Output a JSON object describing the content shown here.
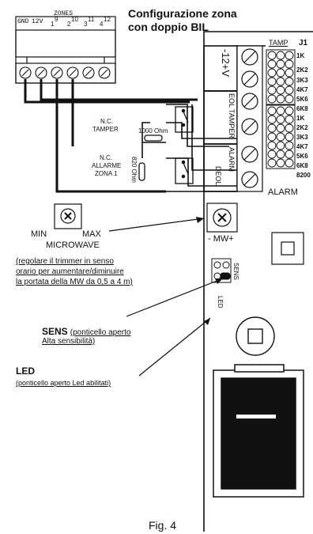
{
  "title": {
    "line1": "Configurazione zona",
    "line2": "con doppio BIL"
  },
  "terminal_strip": {
    "labels": [
      "GND",
      "12V",
      "ZONES",
      "1",
      "9",
      "2",
      "10",
      "3",
      "11",
      "4",
      "12"
    ]
  },
  "board": {
    "power_label": "-12+V",
    "eol_tamper": "EOL TAMPER",
    "alarm": "ALARM",
    "deol": "DEOL",
    "tamp_header": "TAMP",
    "j1_header": "J1",
    "tamp_values": [
      "1K",
      "2K2",
      "3K3",
      "4K7",
      "5K6",
      "6K8"
    ],
    "alarm_values": [
      "1K",
      "2K2",
      "3K3",
      "4K7",
      "5K6",
      "6K8",
      "8200"
    ],
    "alarm_led_label": "ALARM",
    "mw_label": "- MW+",
    "sens_label": "SENS",
    "led_label": "LED"
  },
  "circuit": {
    "nc_tamper": [
      "N.C.",
      "TAMPER"
    ],
    "resistor_tamper": "1000 Ohm",
    "nc_alarm": [
      "N.C.",
      "ALLARME",
      "ZONA 1"
    ],
    "resistor_alarm": "820 Ohm"
  },
  "trimmer": {
    "min": "MIN",
    "max": "MAX",
    "microwave": "MICROWAVE",
    "note": [
      "(regolare il trimmer in senso",
      "orario per aumentare/diminuire",
      "la portata della MW da 0,5 a 4 m)"
    ]
  },
  "sens_note": {
    "title": "SENS",
    "line1": "(ponticello aperto",
    "line2": "Alta sensibilità)"
  },
  "led_note": {
    "title": "LED",
    "line1": "(ponticello aperto Led abilitati)"
  },
  "figure_label": "Fig. 4"
}
